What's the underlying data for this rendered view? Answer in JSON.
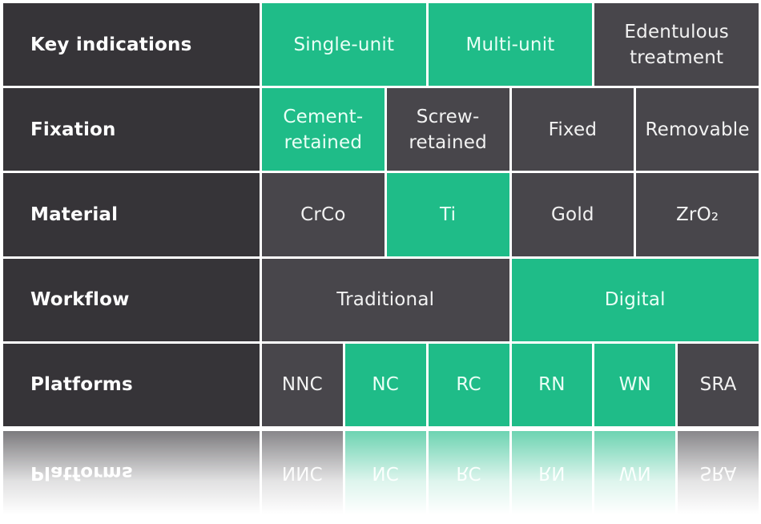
{
  "rows": [
    {
      "label": "Key indications",
      "cells": [
        {
          "text": "Single-unit",
          "active": true
        },
        {
          "text": "Multi-unit",
          "active": true
        },
        {
          "text": "Edentulous treatment",
          "active": false
        }
      ]
    },
    {
      "label": "Fixation",
      "cells": [
        {
          "text": "Cement-retained",
          "active": true
        },
        {
          "text": "Screw-retained",
          "active": false
        },
        {
          "text": "Fixed",
          "active": false
        },
        {
          "text": "Removable",
          "active": false
        }
      ]
    },
    {
      "label": "Material",
      "cells": [
        {
          "text": "CrCo",
          "active": false
        },
        {
          "text": "Ti",
          "active": true
        },
        {
          "text": "Gold",
          "active": false
        },
        {
          "text": "ZrO₂",
          "active": false
        }
      ]
    },
    {
      "label": "Workflow",
      "cells": [
        {
          "text": "Traditional",
          "active": false
        },
        {
          "text": "Digital",
          "active": true
        }
      ]
    },
    {
      "label": "Platforms",
      "cells": [
        {
          "text": "NNC",
          "active": false
        },
        {
          "text": "NC",
          "active": true
        },
        {
          "text": "RC",
          "active": true
        },
        {
          "text": "RN",
          "active": true
        },
        {
          "text": "WN",
          "active": true
        },
        {
          "text": "SRA",
          "active": false
        }
      ]
    }
  ],
  "colors": {
    "active": "#1fbc88",
    "inactive": "#48464b",
    "label_bg": "#363438"
  }
}
